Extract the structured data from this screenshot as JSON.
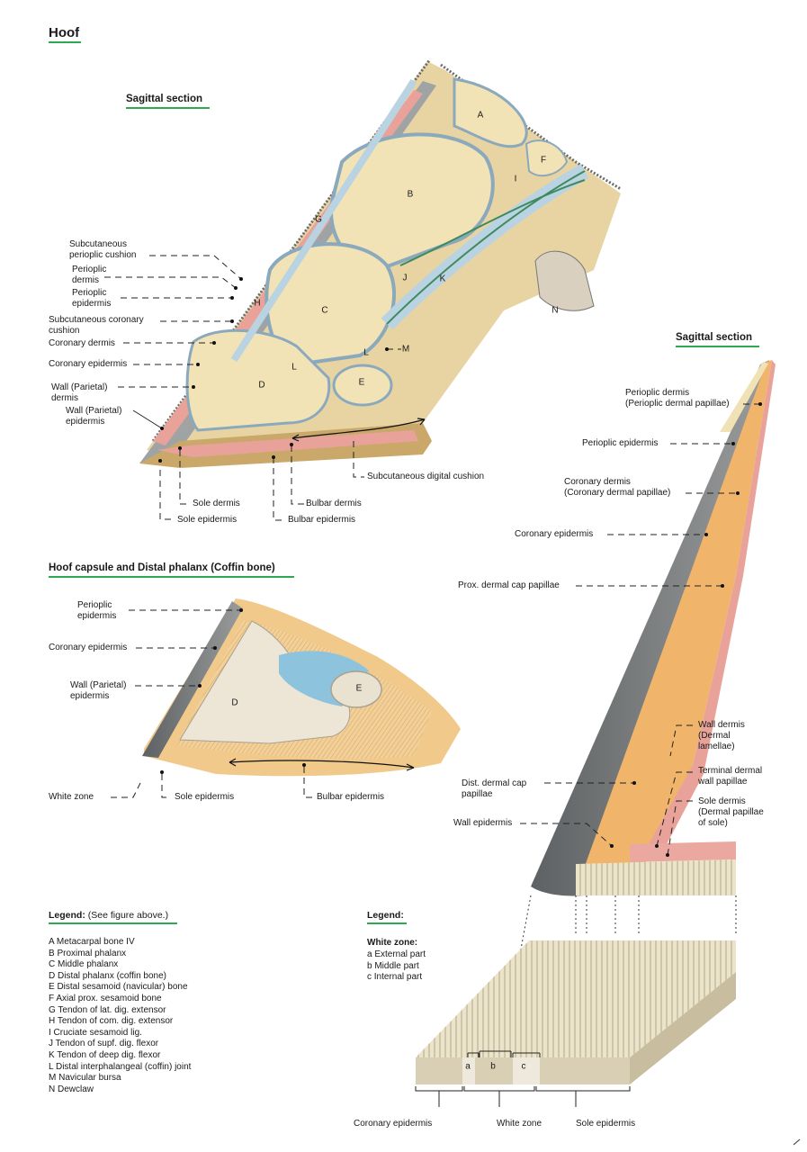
{
  "title": "Hoof",
  "sections": {
    "sagittal_1": "Sagittal section",
    "capsule": "Hoof capsule and Distal phalanx (Coffin bone)",
    "sagittal_2": "Sagittal section"
  },
  "fig1_letters": [
    "A",
    "B",
    "C",
    "D",
    "E",
    "F",
    "G",
    "H",
    "I",
    "J",
    "K",
    "L",
    "L",
    "M",
    "N"
  ],
  "fig1_labels": {
    "subcut_perioplic": "Subcutaneous\nperioplic cushion",
    "perioplic_dermis": "Perioplic\ndermis",
    "perioplic_epidermis": "Perioplic\nepidermis",
    "subcut_coronary": "Subcutaneous coronary\ncushion",
    "coronary_dermis": "Coronary dermis",
    "coronary_epidermis": "Coronary epidermis",
    "wall_dermis": "Wall (Parietal)\ndermis",
    "wall_epidermis": "Wall (Parietal)\nepidermis",
    "subcut_digital": "Subcutaneous digital cushion",
    "sole_dermis": "Sole dermis",
    "sole_epidermis": "Sole epidermis",
    "bulbar_dermis": "Bulbar dermis",
    "bulbar_epidermis": "Bulbar epidermis"
  },
  "fig2_letters": [
    "D",
    "E"
  ],
  "fig2_labels": {
    "perioplic_epidermis": "Perioplic\nepidermis",
    "coronary_epidermis": "Coronary epidermis",
    "wall_epidermis": "Wall (Parietal)\nepidermis",
    "white_zone": "White zone",
    "sole_epidermis": "Sole epidermis",
    "bulbar_epidermis": "Bulbar epidermis"
  },
  "fig3_labels": {
    "perioplic_dermis": "Perioplic dermis\n(Perioplic dermal papillae)",
    "perioplic_epidermis": "Perioplic epidermis",
    "coronary_dermis": "Coronary dermis\n(Coronary dermal papillae)",
    "coronary_epidermis": "Coronary epidermis",
    "prox_cap": "Prox. dermal cap papillae",
    "wall_dermis": "Wall dermis\n(Dermal\nlamellae)",
    "terminal": "Terminal dermal\nwall papillae",
    "dist_cap": "Dist. dermal cap\npapillae",
    "sole_dermis": "Sole dermis\n(Dermal papillae\nof sole)",
    "wall_epidermis": "Wall epidermis",
    "block_a": "a",
    "block_b": "b",
    "block_c": "c",
    "bottom_coronary": "Coronary epidermis",
    "bottom_white": "White zone",
    "bottom_sole": "Sole epidermis"
  },
  "legend1": {
    "title": "Legend:",
    "note": "(See figure above.)",
    "items": [
      "A Metacarpal bone IV",
      "B Proximal phalanx",
      "C Middle phalanx",
      "D Distal phalanx (coffin bone)",
      "E Distal sesamoid (navicular) bone",
      "F Axial prox. sesamoid bone",
      "G Tendon of lat. dig. extensor",
      "H Tendon of com. dig. extensor",
      "I  Cruciate sesamoid lig.",
      "J  Tendon of supf. dig. flexor",
      "K Tendon of deep dig. flexor",
      "L  Distal interphalangeal (coffin) joint",
      "M Navicular bursa",
      "N Dewclaw"
    ]
  },
  "legend2": {
    "title": "Legend:",
    "subtitle": "White zone:",
    "items": [
      "a  External part",
      "b  Middle part",
      "c  Internal part"
    ]
  },
  "colors": {
    "heading_underline": "#2fa84f",
    "bone": "#f2e3b6",
    "tendon": "#b9d3e2",
    "dermis": "#e9a29a",
    "epidermis_dark": "#7d7f80",
    "deep_flexor": "#3f8a5c"
  }
}
